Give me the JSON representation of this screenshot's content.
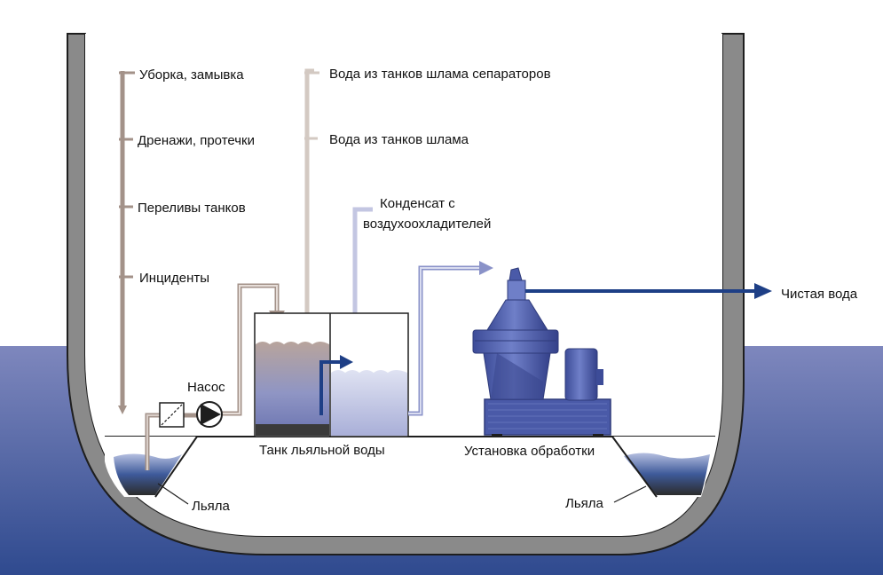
{
  "colors": {
    "sea_top": "#7e87bd",
    "sea_bottom": "#2f4a8f",
    "hull_stroke": "#8a8a8a",
    "hull_dark": "#1e1e1e",
    "pipe_dirty": "#a39289",
    "pipe_sludge": "#d3c9c2",
    "pipe_condensate": "#c3c6e2",
    "pipe_feed": "#8a92c8",
    "pipe_clean": "#1e3f86",
    "machine_blue": "#4a5aa8",
    "machine_dark": "#2f3b7a"
  },
  "labels": {
    "cleaning": "Уборка, замывка",
    "drains": "Дренажи, протечки",
    "overflows": "Переливы танков",
    "incidents": "Инциденты",
    "sludge_separators": "Вода из танков шлама сепараторов",
    "sludge_tanks": "Вода из танков шлама",
    "condensate_line1": "Конденсат с",
    "condensate_line2": "воздухоохладителей",
    "pump": "Насос",
    "bilge_tank": "Танк льяльной воды",
    "treatment_unit": "Установка обработки",
    "bilge_left": "Льяла",
    "bilge_right": "Льяла",
    "clean_water": "Чистая вода"
  },
  "icons": {
    "pump": "pump-icon",
    "filter": "filter-icon",
    "separator": "separator-icon"
  }
}
